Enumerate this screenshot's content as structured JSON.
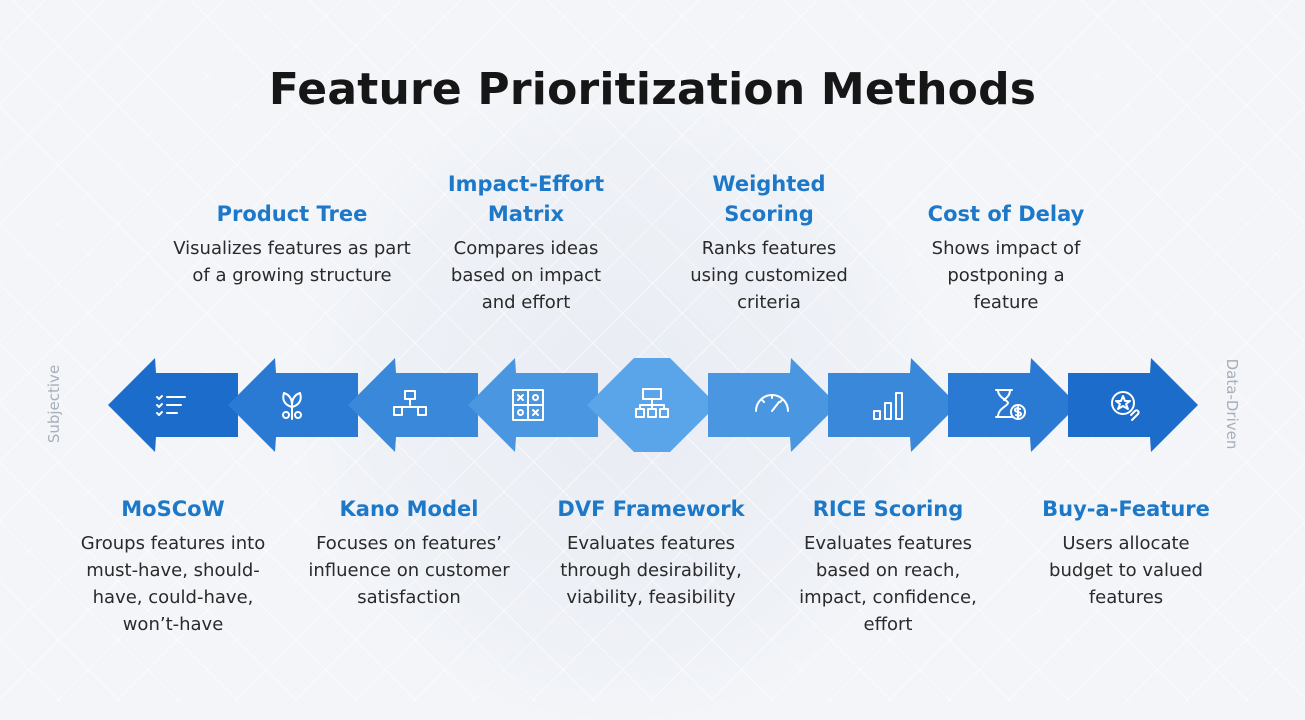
{
  "title": "Feature Prioritization Methods",
  "axis": {
    "left": "Subjective",
    "right": "Data-Driven"
  },
  "colors": {
    "accent": "#1e78c8",
    "arrow_dark": "#1d6fcb",
    "arrow_light": "#5aa4ea"
  },
  "methods": [
    {
      "name": "MoSCoW",
      "description": "Groups features into must-have, should-have, could-have, won’t-have",
      "icon": "list-checks-icon"
    },
    {
      "name": "Product Tree",
      "description": "Visualizes features as part of a growing structure",
      "icon": "tree-icon"
    },
    {
      "name": "Kano Model",
      "description": "Focuses on features’ influence on customer satisfaction",
      "icon": "flowchart-icon"
    },
    {
      "name": "Impact-Effort Matrix",
      "description": "Compares ideas based on impact and effort",
      "icon": "matrix-icon"
    },
    {
      "name": "DVF Framework",
      "description": "Evaluates features through desirability, viability, feasibility",
      "icon": "hierarchy-icon"
    },
    {
      "name": "Weighted Scoring",
      "description": "Ranks features using customized criteria",
      "icon": "gauge-icon"
    },
    {
      "name": "RICE Scoring",
      "description": "Evaluates features based on reach, impact, confidence, effort",
      "icon": "bar-chart-icon"
    },
    {
      "name": "Cost of Delay",
      "description": "Shows impact of postponing a feature",
      "icon": "hourglass-dollar-icon"
    },
    {
      "name": "Buy-a-Feature",
      "description": "Users allocate budget to valued features",
      "icon": "star-hand-icon"
    }
  ]
}
